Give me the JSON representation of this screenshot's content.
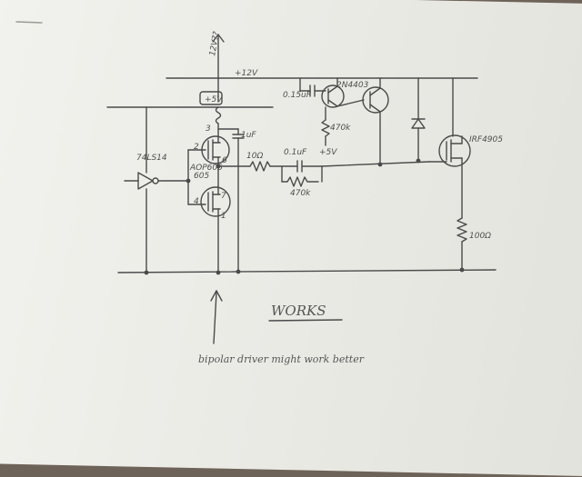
{
  "labels": {
    "rail_voltage": "+12V",
    "supply_note": "12V??",
    "inverter_part": "74LS14",
    "driver_part": "AOP605",
    "pin_2": "2",
    "pin_3": "3",
    "pin_4": "4",
    "pin_6": "6",
    "pin_7": "7",
    "pin_1": "1",
    "cap_1uf": "1uF",
    "resistor_10": "10Ω",
    "cap_0_1uf": "0.1uF",
    "resistor_470k_lower": "470k",
    "cap_0_15uf": "0.15uF",
    "transistor_part": "2N4403",
    "resistor_470k_upper": "470k",
    "label_plus5v": "+5V",
    "mosfet_part": "IRF4905",
    "resistor_100": "100Ω",
    "header_plus5v": "+5V"
  },
  "notes": {
    "works": "WORKS",
    "comment": "bipolar driver might work better"
  },
  "colors": {
    "ink": "#4a4a4a",
    "paper": "#efefea",
    "background": "#6e6358"
  }
}
